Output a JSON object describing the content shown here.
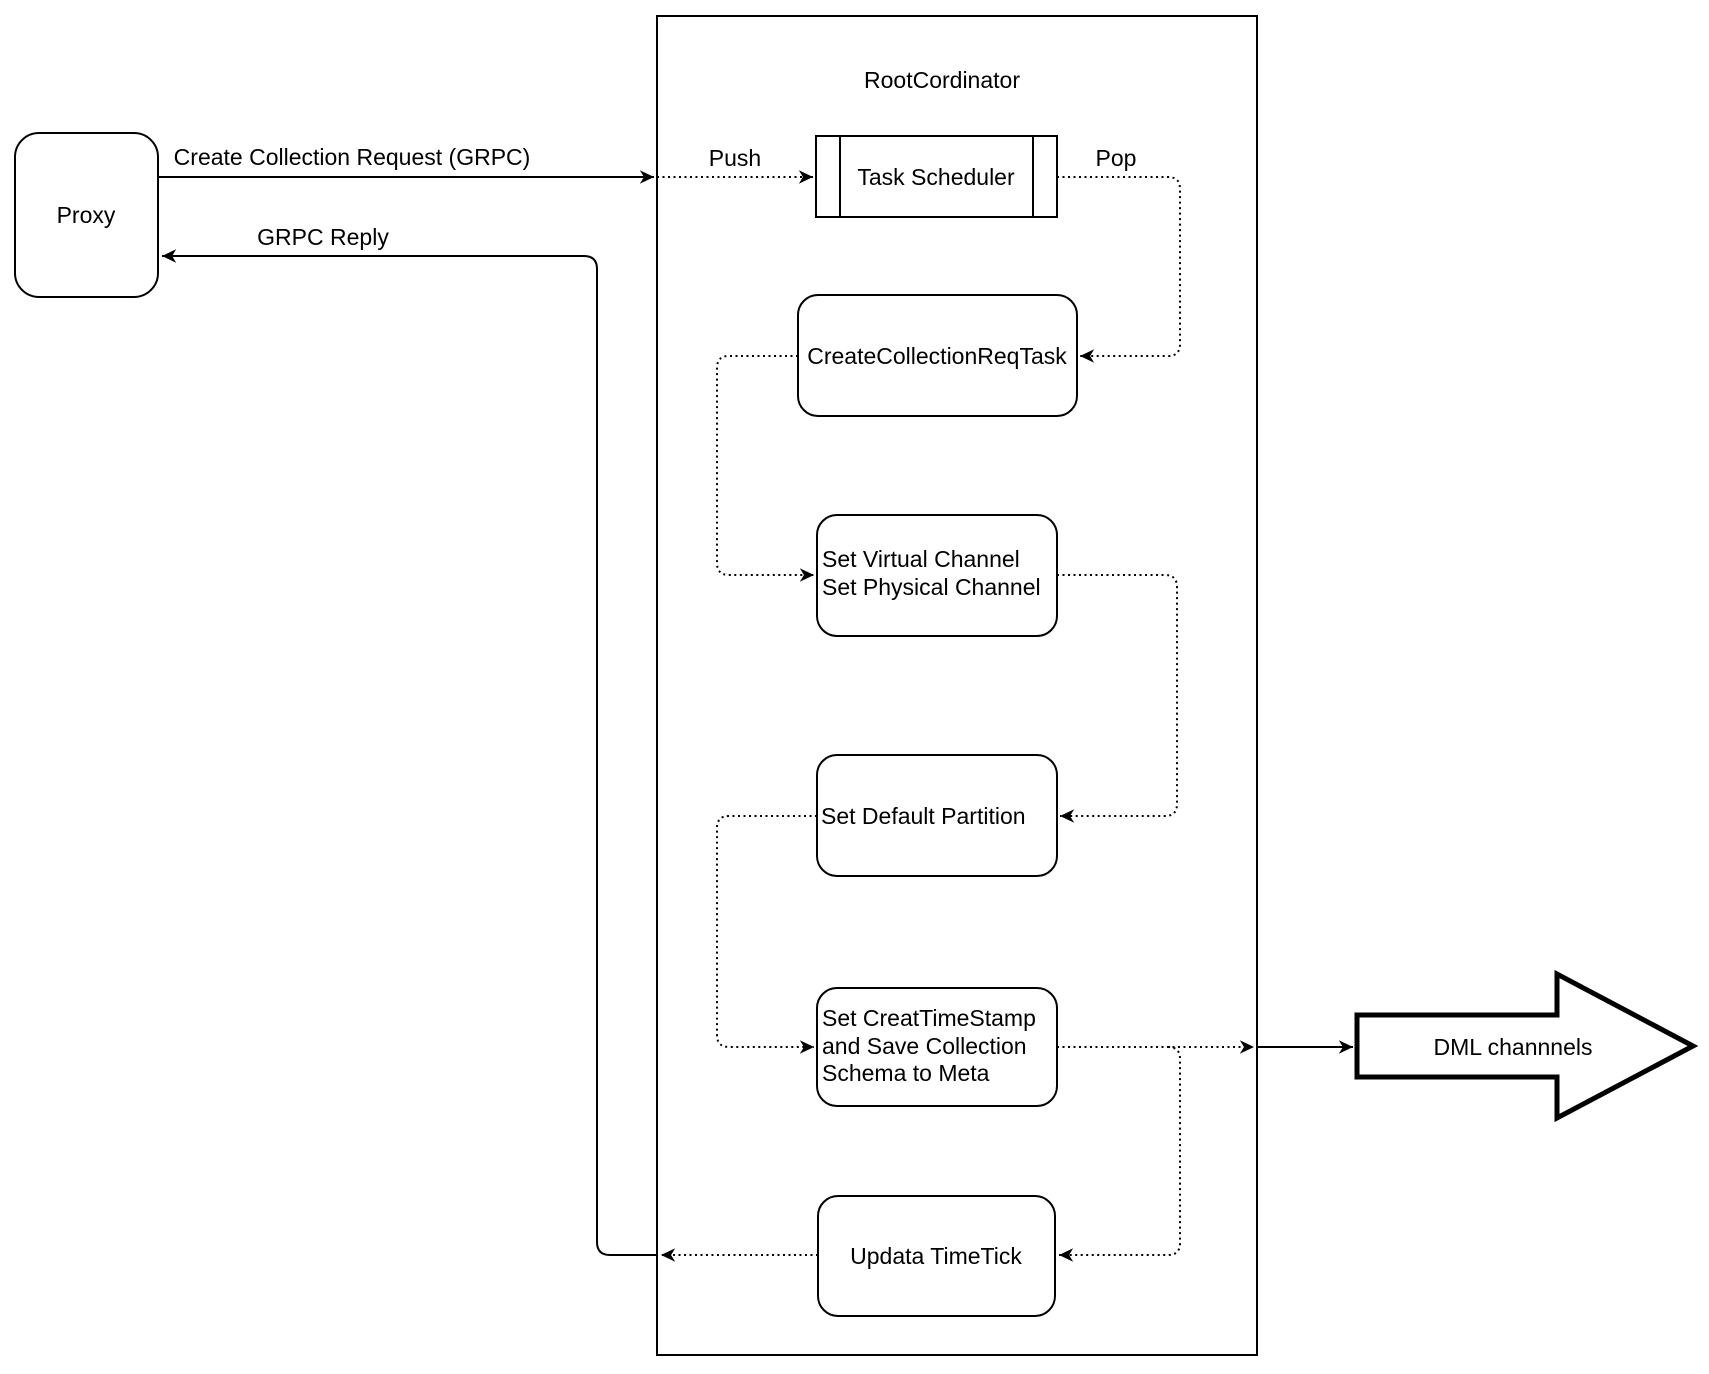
{
  "diagram": {
    "container": {
      "title": "RootCordinator"
    },
    "nodes": {
      "proxy": {
        "label": "Proxy"
      },
      "task_scheduler": {
        "label": "Task Scheduler"
      },
      "create_collection_req_task": {
        "label": "CreateCollectionReqTask"
      },
      "set_virtual_channel": {
        "lines": [
          "Set Virtual Channel",
          "Set Physical Channel"
        ]
      },
      "set_default_partition": {
        "label": "Set Default Partition"
      },
      "set_creat_timestamp": {
        "lines": [
          "Set CreatTimeStamp",
          "and Save Collection",
          "Schema to Meta"
        ]
      },
      "updata_timetick": {
        "label": "Updata TimeTick"
      },
      "dml_channels": {
        "label": "DML channnels"
      }
    },
    "edges": {
      "create_collection_request": {
        "label": "Create Collection Request (GRPC)"
      },
      "grpc_reply": {
        "label": "GRPC Reply"
      },
      "push": {
        "label": "Push"
      },
      "pop": {
        "label": "Pop"
      }
    },
    "colors": {
      "stroke": "#000000",
      "background": "#ffffff"
    }
  }
}
